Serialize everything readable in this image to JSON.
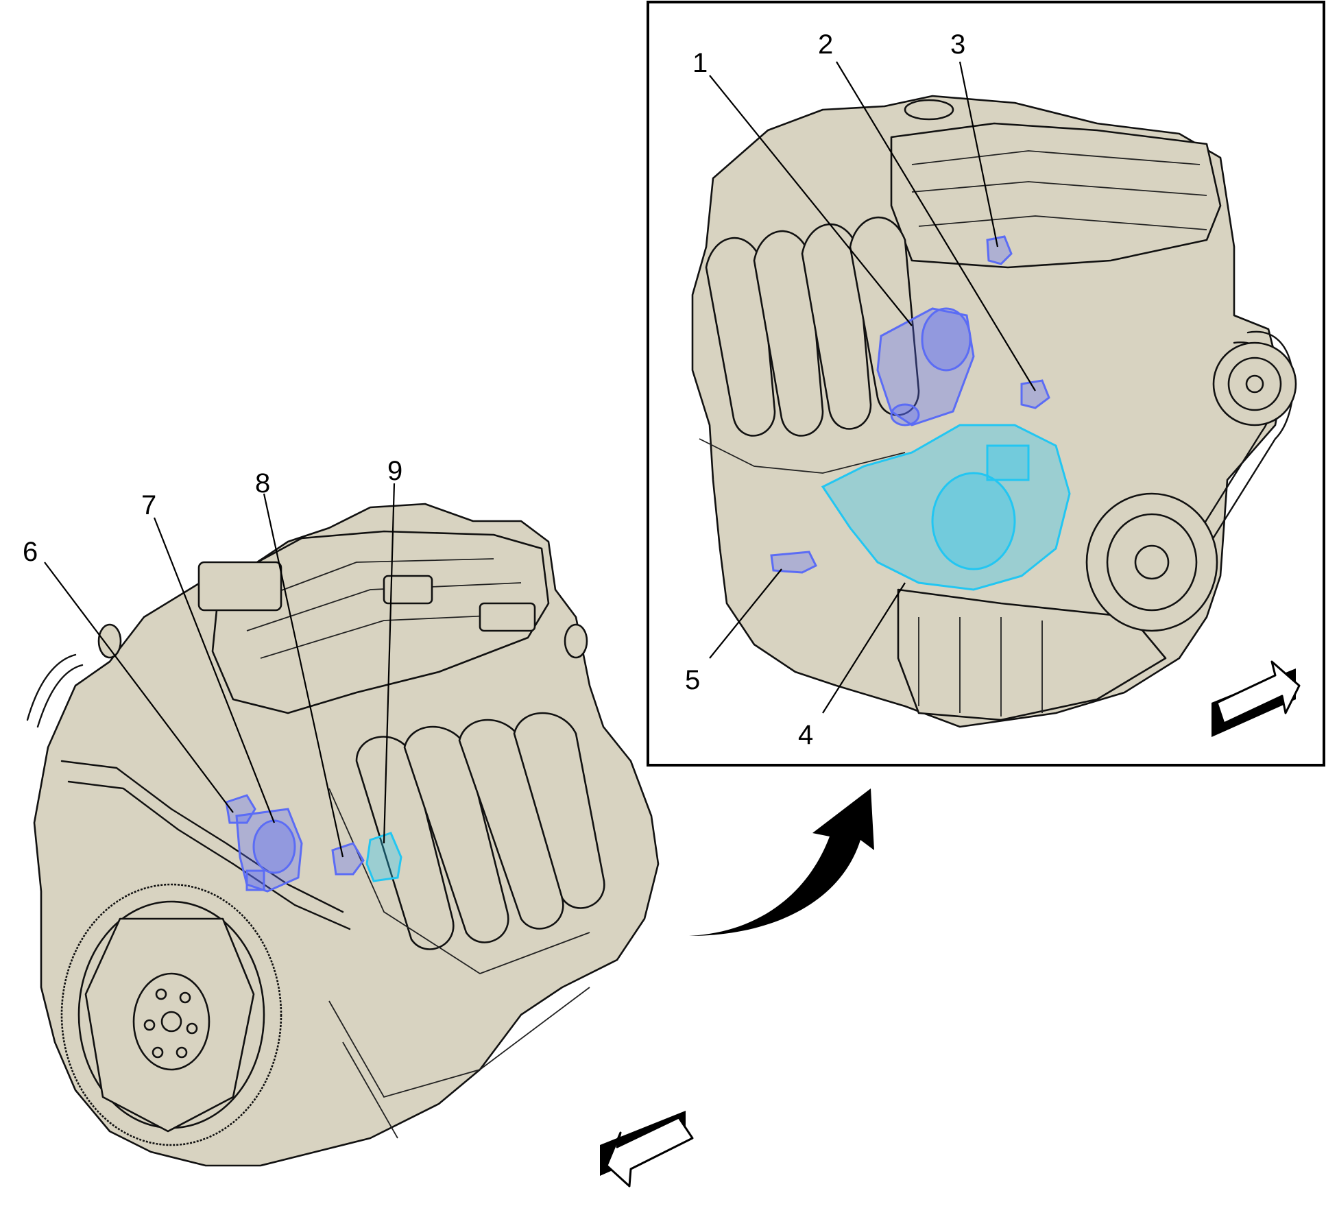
{
  "colors": {
    "engine_fill": "#d8d3c1",
    "engine_outline": "#111111",
    "highlight_blue": "#5b6cf5",
    "highlight_cyan": "#22c6f2",
    "arrow": "#000000"
  },
  "callouts": {
    "c1": "1",
    "c2": "2",
    "c3": "3",
    "c4": "4",
    "c5": "5",
    "c6": "6",
    "c7": "7",
    "c8": "8",
    "c9": "9"
  },
  "icons": {
    "transition_arrow": "curved-arrow-icon",
    "view_arrow_main": "view-direction-arrow-icon",
    "view_arrow_inset": "view-direction-arrow-icon"
  }
}
